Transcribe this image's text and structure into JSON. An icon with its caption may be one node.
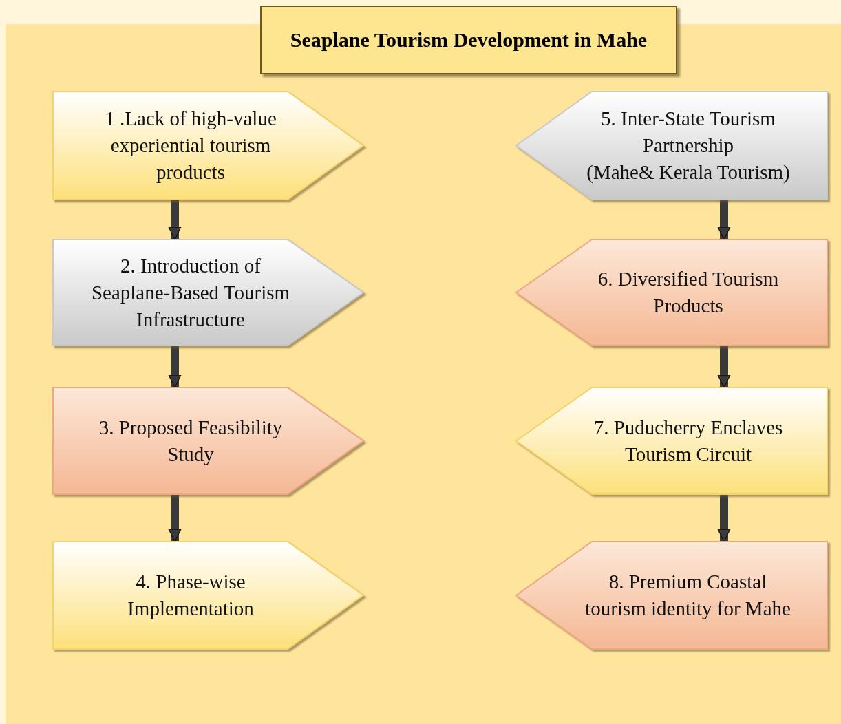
{
  "diagram": {
    "title": "Seaplane Tourism Development in Mahe",
    "nodes": [
      {
        "text": [
          "1 .Lack of high-value experiential tourism products"
        ]
      },
      {
        "text": [
          "2. Introduction of Seaplane-Based Tourism Infrastructure"
        ]
      },
      {
        "text": [
          "3. Proposed Feasibility Study"
        ]
      },
      {
        "text": [
          "4. Phase-wise Implementation"
        ]
      },
      {
        "text": [
          "5. Inter-State Tourism Partnership",
          "(Mahe& Kerala Tourism)"
        ]
      },
      {
        "text": [
          "6. Diversified Tourism Products"
        ]
      },
      {
        "text": [
          "7. Puducherry Enclaves Tourism Circuit"
        ]
      },
      {
        "text": [
          "8. Premium Coastal tourism identity for Mahe"
        ]
      }
    ],
    "edges": [
      {
        "from": 0,
        "to": 1,
        "arrow": "to"
      },
      {
        "from": 1,
        "to": 2,
        "arrow": "to"
      },
      {
        "from": 2,
        "to": 3,
        "arrow": "to"
      },
      {
        "from": 4,
        "to": 5,
        "arrow": "to"
      },
      {
        "from": 5,
        "to": 6,
        "arrow": "to"
      },
      {
        "from": 6,
        "to": 7,
        "arrow": "to"
      }
    ]
  }
}
